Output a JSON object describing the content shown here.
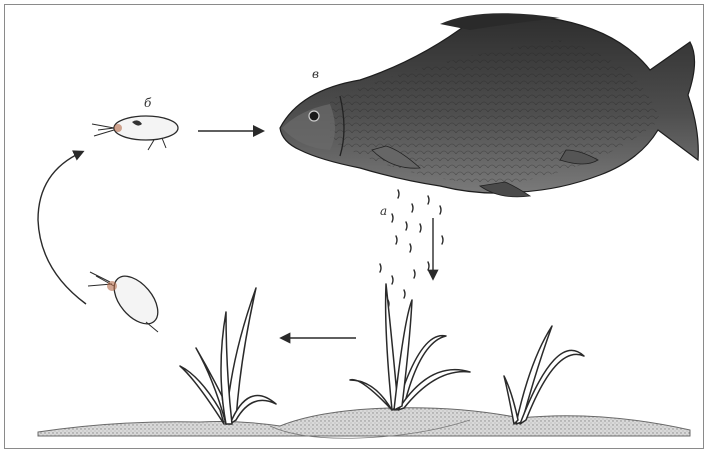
{
  "figure": {
    "label_fish": "в",
    "label_copepod": "б",
    "label_eggs": "а"
  },
  "colors": {
    "frame": "#8a8a8a",
    "ink": "#2a2a2a",
    "fish_dark": "#3d3d3d",
    "fish_mid": "#5a5a5a",
    "fish_light": "#8c8c8c",
    "ground": "#bdbdbd"
  },
  "icons": [
    "fish-icon",
    "copepod-icon",
    "plant-icon",
    "arrow-icon"
  ]
}
